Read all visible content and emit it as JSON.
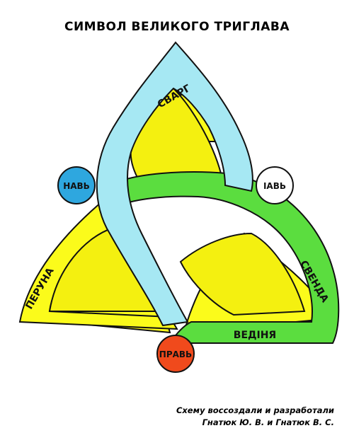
{
  "title": "СИМВОЛ ВЕЛИКОГО ТРИГЛАВА",
  "colors": {
    "blue_band": "#a6e8f3",
    "green_band": "#5bdd3f",
    "yellow_band": "#fbfb1b",
    "yellow_fill": "#f4f010",
    "nav_circle": "#2ea7df",
    "prav_circle": "#f04a1c",
    "yav_circle": "#ffffff",
    "outline": "#111111"
  },
  "runes": {
    "svarga": "СВАРГ",
    "peruna": "ПЕРУНА",
    "svenda": "СВЕНДА",
    "vedinya": "ВЕДІНЯ"
  },
  "circles": {
    "nav": "НАВЬ",
    "yav": "ІАВЬ",
    "prav": "ПРАВЬ"
  },
  "credits": {
    "line1": "Схему воссоздали и разработали",
    "line2": "Гнатюк Ю. В. и Гнатюк В. С."
  }
}
